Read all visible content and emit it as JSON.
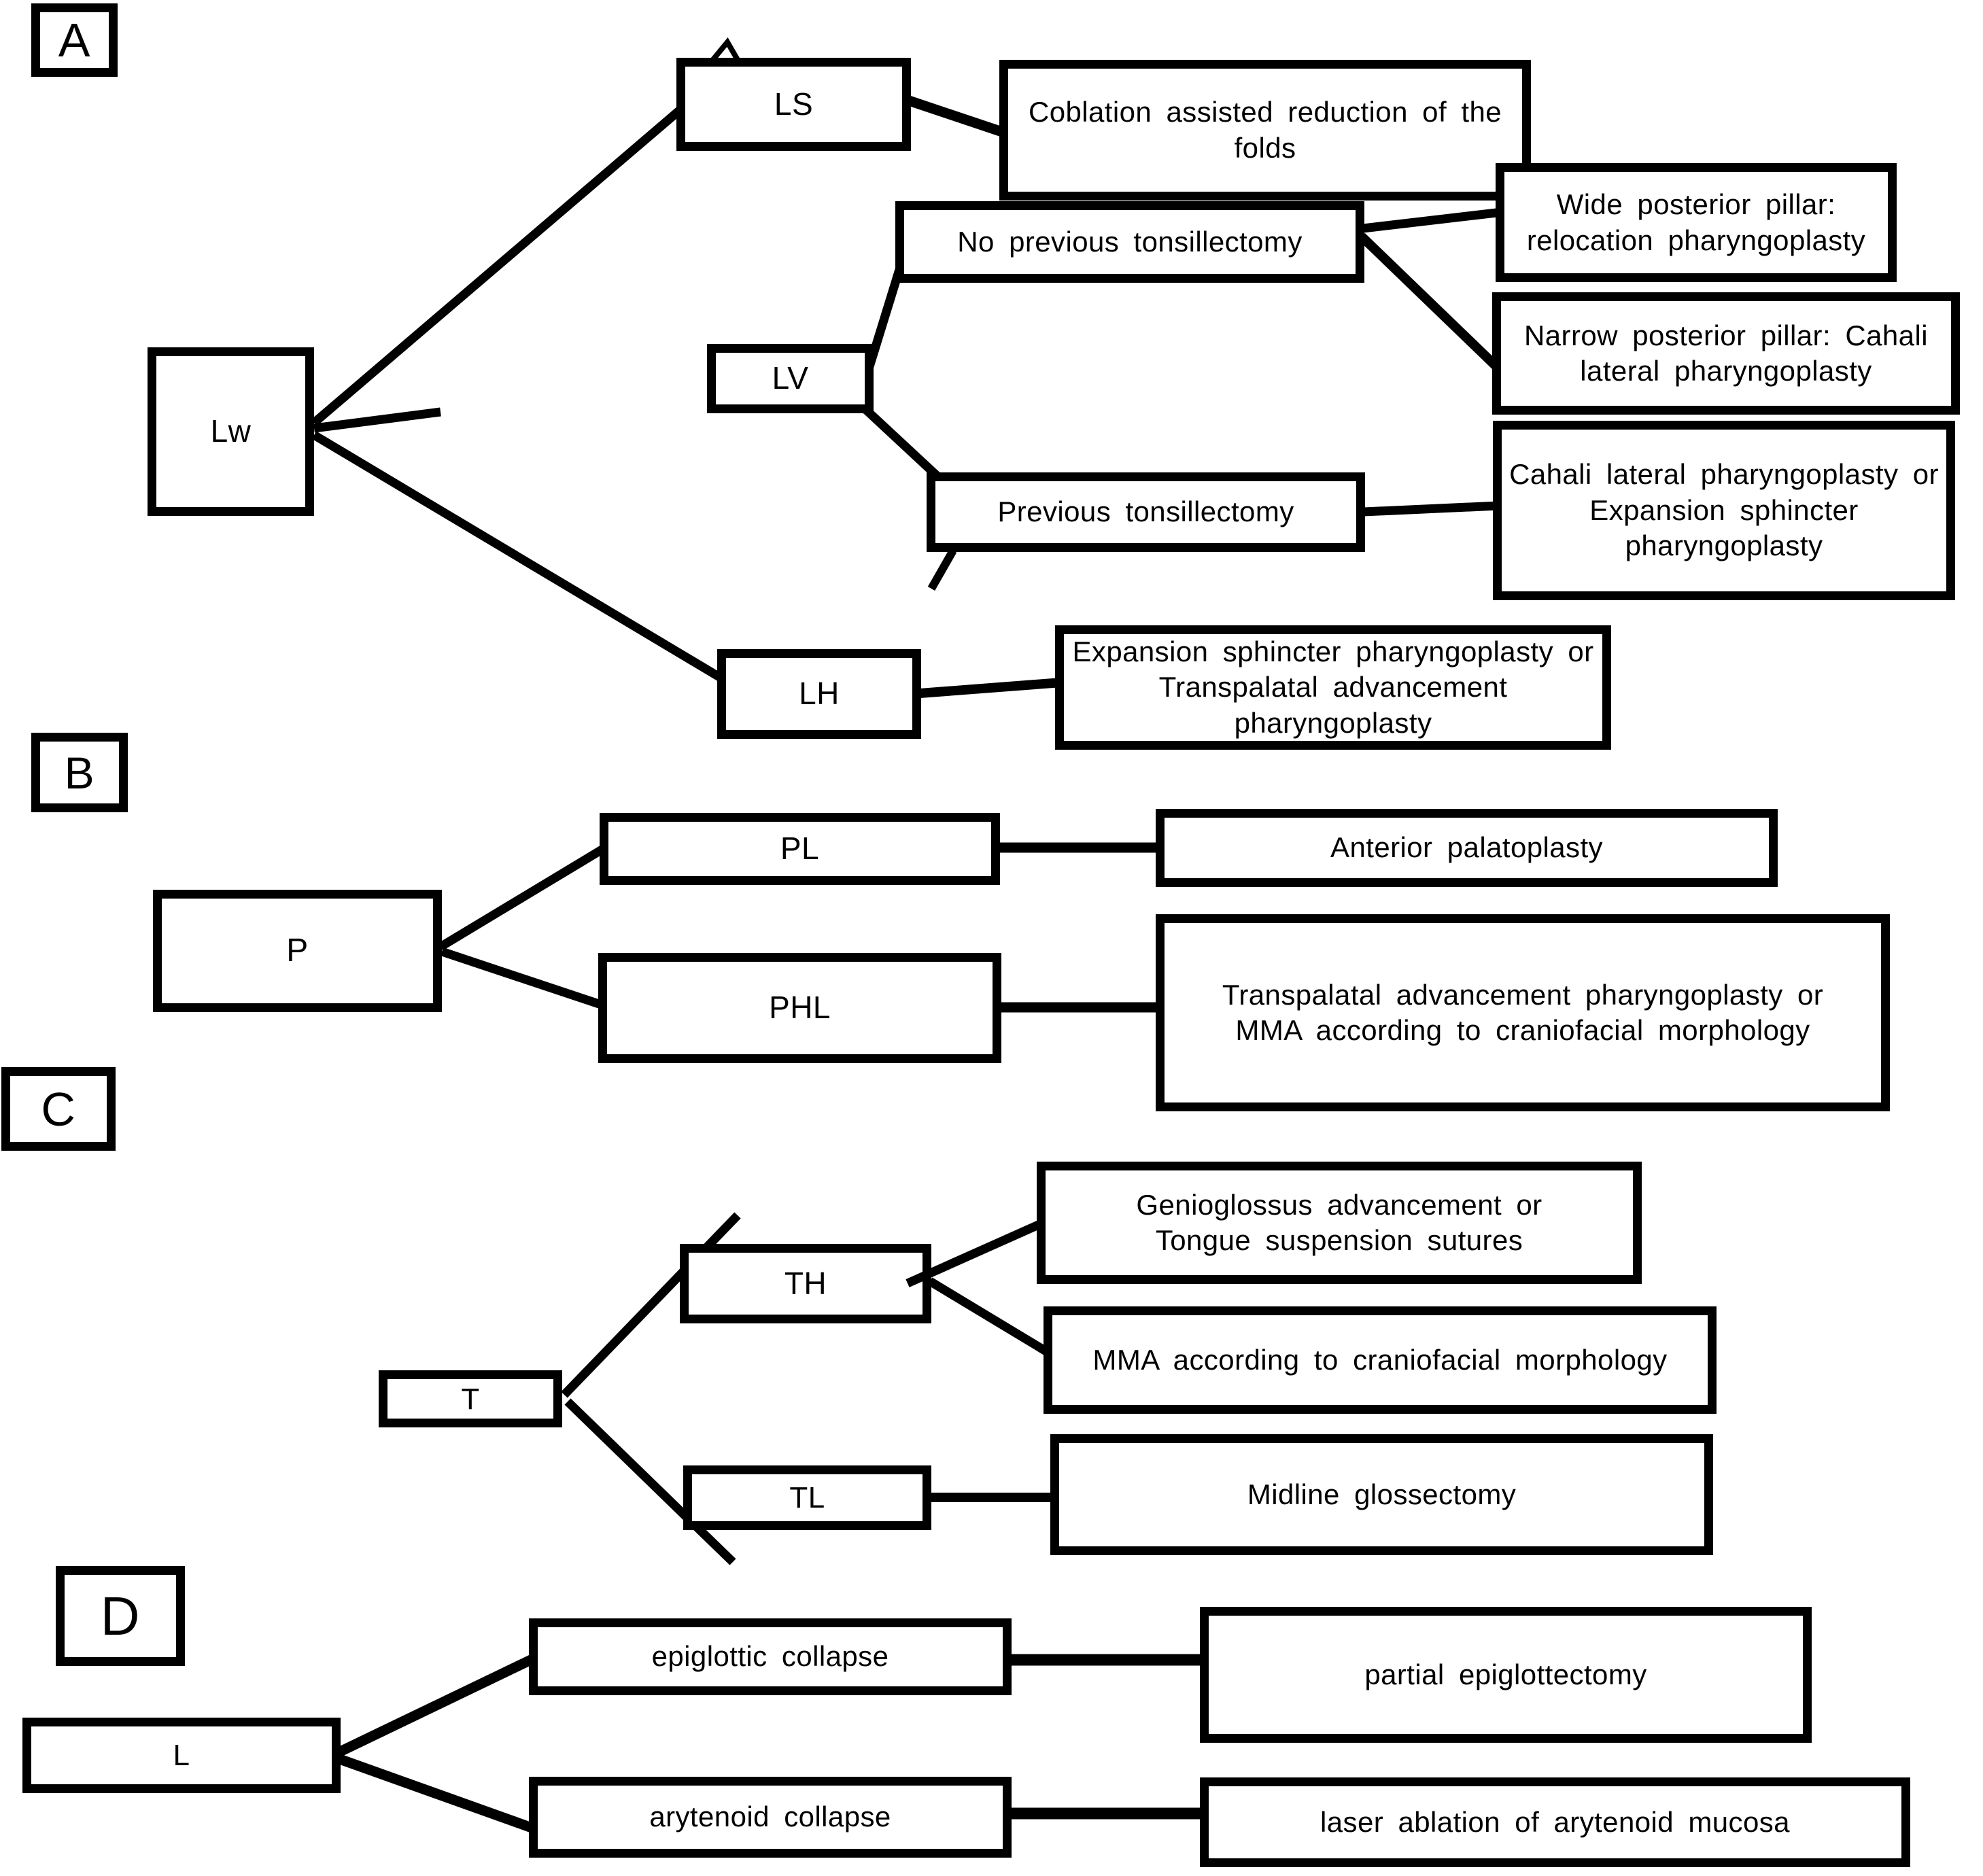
{
  "panels": {
    "a": {
      "label": "A",
      "nodes": {
        "lw": "Lw",
        "ls": "LS",
        "lv": "LV",
        "lh": "LH",
        "coblation": "Coblation assisted reduction of the\nfolds",
        "no_prev_tonsillectomy": "No previous tonsillectomy",
        "prev_tonsillectomy": "Previous tonsillectomy",
        "wide_pillar": "Wide posterior pillar:\nrelocation pharyngoplasty",
        "narrow_pillar": "Narrow posterior pillar: Cahali\nlateral pharyngoplasty",
        "cahali_or_expansion": "Cahali lateral pharyngoplasty or\nExpansion sphincter\npharyngoplasty",
        "expansion_or_transpalatal": "Expansion sphincter pharyngoplasty or\nTranspalatal advancement\npharyngoplasty"
      }
    },
    "b": {
      "label": "B",
      "nodes": {
        "p": "P",
        "pl": "PL",
        "phl": "PHL",
        "anterior_palatoplasty": "Anterior palatoplasty",
        "transpalatal_or_mma": "Transpalatal advancement pharyngoplasty or\nMMA according to craniofacial morphology"
      }
    },
    "c": {
      "label": "C",
      "nodes": {
        "t": "T",
        "th": "TH",
        "tl": "TL",
        "genioglossus_or_suspension": "Genioglossus advancement or\nTongue suspension sutures",
        "mma_craniofacial": "MMA according to craniofacial morphology",
        "midline_glossectomy": "Midline glossectomy"
      }
    },
    "d": {
      "label": "D",
      "nodes": {
        "l": "L",
        "epiglottic_collapse": "epiglottic collapse",
        "arytenoid_collapse": "arytenoid collapse",
        "partial_epiglottectomy": "partial epiglottectomy",
        "laser_ablation": "laser ablation of arytenoid mucosa"
      }
    }
  },
  "edges": [
    {
      "panel": "a",
      "from": "lw",
      "to": "ls"
    },
    {
      "panel": "a",
      "from": "lw",
      "to": "lv"
    },
    {
      "panel": "a",
      "from": "lw",
      "to": "lh"
    },
    {
      "panel": "a",
      "from": "ls",
      "to": "coblation"
    },
    {
      "panel": "a",
      "from": "lv",
      "to": "no_prev_tonsillectomy"
    },
    {
      "panel": "a",
      "from": "lv",
      "to": "prev_tonsillectomy"
    },
    {
      "panel": "a",
      "from": "no_prev_tonsillectomy",
      "to": "wide_pillar"
    },
    {
      "panel": "a",
      "from": "no_prev_tonsillectomy",
      "to": "narrow_pillar"
    },
    {
      "panel": "a",
      "from": "prev_tonsillectomy",
      "to": "cahali_or_expansion"
    },
    {
      "panel": "a",
      "from": "lh",
      "to": "expansion_or_transpalatal"
    },
    {
      "panel": "b",
      "from": "p",
      "to": "pl"
    },
    {
      "panel": "b",
      "from": "p",
      "to": "phl"
    },
    {
      "panel": "b",
      "from": "pl",
      "to": "anterior_palatoplasty"
    },
    {
      "panel": "b",
      "from": "phl",
      "to": "transpalatal_or_mma"
    },
    {
      "panel": "c",
      "from": "t",
      "to": "th"
    },
    {
      "panel": "c",
      "from": "t",
      "to": "tl"
    },
    {
      "panel": "c",
      "from": "th",
      "to": "genioglossus_or_suspension"
    },
    {
      "panel": "c",
      "from": "th",
      "to": "mma_craniofacial"
    },
    {
      "panel": "c",
      "from": "tl",
      "to": "midline_glossectomy"
    },
    {
      "panel": "d",
      "from": "l",
      "to": "epiglottic_collapse"
    },
    {
      "panel": "d",
      "from": "l",
      "to": "arytenoid_collapse"
    },
    {
      "panel": "d",
      "from": "epiglottic_collapse",
      "to": "partial_epiglottectomy"
    },
    {
      "panel": "d",
      "from": "arytenoid_collapse",
      "to": "laser_ablation"
    }
  ],
  "colors": {
    "ink": "#000000",
    "background": "#ffffff"
  }
}
